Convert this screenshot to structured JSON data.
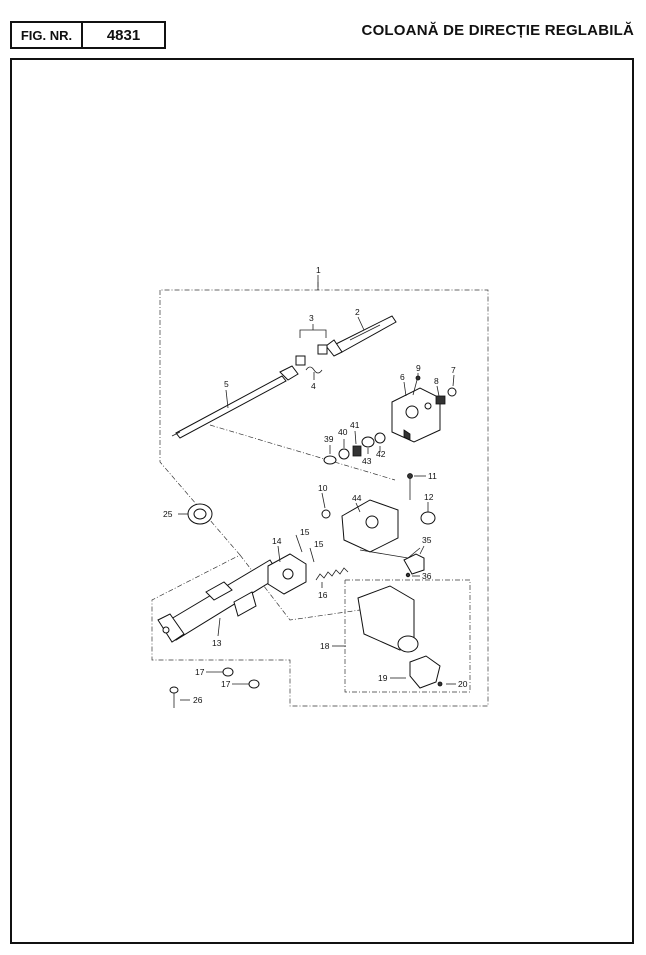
{
  "header": {
    "fig_label": "FIG. NR.",
    "fig_number": "4831",
    "title": "COLOANĂ DE DIRECȚIE REGLABILĂ"
  },
  "callouts": [
    {
      "id": "c1",
      "text": "1"
    },
    {
      "id": "c2",
      "text": "2"
    },
    {
      "id": "c3",
      "text": "3"
    },
    {
      "id": "c4",
      "text": "4"
    },
    {
      "id": "c5",
      "text": "5"
    },
    {
      "id": "c6",
      "text": "6"
    },
    {
      "id": "c7",
      "text": "7"
    },
    {
      "id": "c8",
      "text": "8"
    },
    {
      "id": "c9",
      "text": "9"
    },
    {
      "id": "c10",
      "text": "10"
    },
    {
      "id": "c11",
      "text": "11"
    },
    {
      "id": "c12",
      "text": "12"
    },
    {
      "id": "c13",
      "text": "13"
    },
    {
      "id": "c14",
      "text": "14"
    },
    {
      "id": "c15a",
      "text": "15"
    },
    {
      "id": "c15b",
      "text": "15"
    },
    {
      "id": "c16",
      "text": "16"
    },
    {
      "id": "c17a",
      "text": "17"
    },
    {
      "id": "c17b",
      "text": "17"
    },
    {
      "id": "c18",
      "text": "18"
    },
    {
      "id": "c19",
      "text": "19"
    },
    {
      "id": "c20",
      "text": "20"
    },
    {
      "id": "c25",
      "text": "25"
    },
    {
      "id": "c26",
      "text": "26"
    },
    {
      "id": "c35",
      "text": "35"
    },
    {
      "id": "c36",
      "text": "36"
    },
    {
      "id": "c39",
      "text": "39"
    },
    {
      "id": "c40",
      "text": "40"
    },
    {
      "id": "c41",
      "text": "41"
    },
    {
      "id": "c42",
      "text": "42"
    },
    {
      "id": "c43",
      "text": "43"
    },
    {
      "id": "c44",
      "text": "44"
    }
  ]
}
